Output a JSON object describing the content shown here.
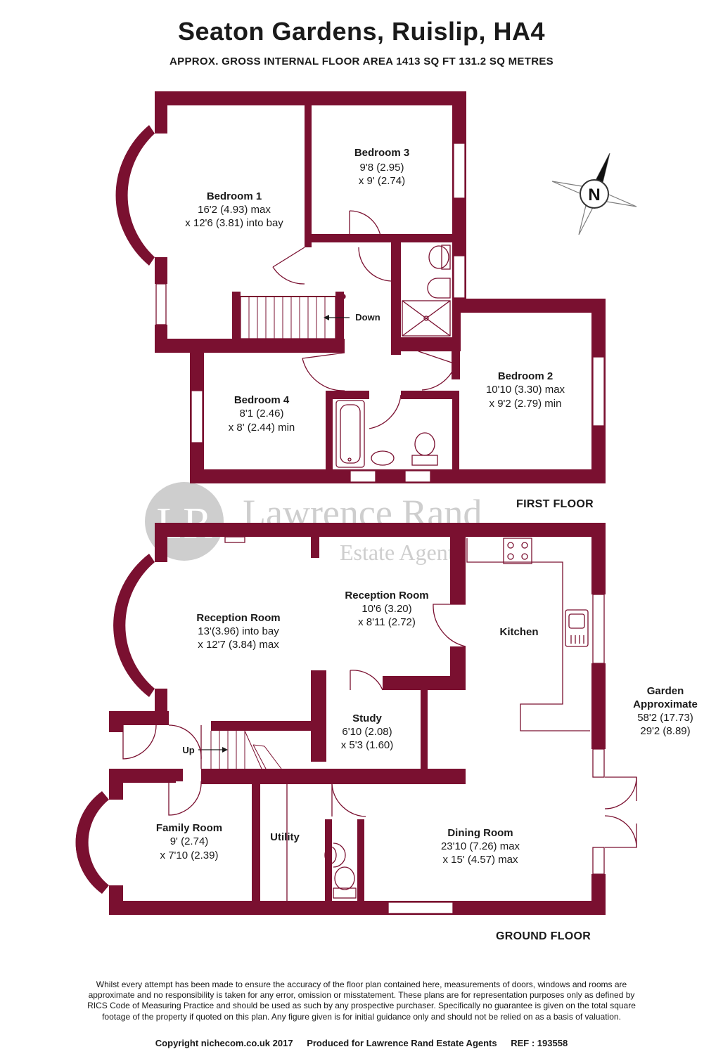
{
  "header": {
    "title": "Seaton Gardens, Ruislip, HA4",
    "subtitle": "APPROX. GROSS INTERNAL FLOOR AREA 1413 SQ FT 131.2 SQ METRES"
  },
  "colors": {
    "wall": "#7a1030",
    "watermark": "#c9c9c9",
    "text": "#1a1a1a"
  },
  "watermark": {
    "logo_letters": "LR",
    "name": "Lawrence Rand",
    "tagline": "Estate Agents"
  },
  "compass": {
    "label": "N",
    "icon": "compass-rose-icon"
  },
  "first_floor": {
    "label": "FIRST FLOOR",
    "stairs_label": "Down",
    "rooms": {
      "bedroom1": {
        "name": "Bedroom 1",
        "dim1": "16'2 (4.93) max",
        "dim2": "x 12'6 (3.81) into bay"
      },
      "bedroom3": {
        "name": "Bedroom 3",
        "dim1": "9'8 (2.95)",
        "dim2": "x 9' (2.74)"
      },
      "bedroom2": {
        "name": "Bedroom 2",
        "dim1": "10'10 (3.30) max",
        "dim2": "x 9'2 (2.79) min"
      },
      "bedroom4": {
        "name": "Bedroom 4",
        "dim1": "8'1 (2.46)",
        "dim2": "x 8' (2.44) min"
      }
    }
  },
  "ground_floor": {
    "label": "GROUND FLOOR",
    "stairs_label": "Up",
    "rooms": {
      "reception_main": {
        "name": "Reception Room",
        "dim1": "13'(3.96) into bay",
        "dim2": "x 12'7 (3.84) max"
      },
      "reception_rear": {
        "name": "Reception Room",
        "dim1": "10'6 (3.20)",
        "dim2": "x 8'11 (2.72)"
      },
      "kitchen": {
        "name": "Kitchen"
      },
      "study": {
        "name": "Study",
        "dim1": "6'10 (2.08)",
        "dim2": "x 5'3 (1.60)"
      },
      "family": {
        "name": "Family Room",
        "dim1": "9' (2.74)",
        "dim2": "x 7'10 (2.39)"
      },
      "utility": {
        "name": "Utility"
      },
      "dining": {
        "name": "Dining Room",
        "dim1": "23'10 (7.26) max",
        "dim2": "x 15' (4.57) max"
      }
    },
    "garden": {
      "name1": "Garden",
      "name2": "Approximate",
      "dim1": "58'2 (17.73)",
      "dim2": "29'2 (8.89)"
    }
  },
  "disclaimer": "Whilst every attempt has been made to ensure the accuracy of the floor plan contained here, measurements of doors, windows and rooms are approximate and no responsibility is taken for any error, omission or misstatement. These plans are for representation purposes only as defined by RICS Code of Measuring Practice and should be used as such by any prospective purchaser. Specifically no guarantee is given on the total square footage of the property if quoted on this plan. Any figure given is for initial guidance only and should not be relied on as a basis of valuation.",
  "footer": {
    "copyright": "Copyright nichecom.co.uk 2017",
    "produced": "Produced for Lawrence Rand Estate Agents",
    "ref": "REF : 193558"
  }
}
